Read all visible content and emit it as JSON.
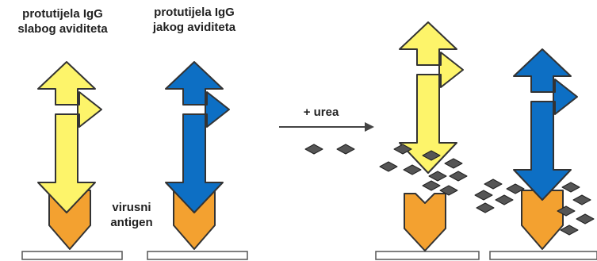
{
  "labels": {
    "weak": {
      "line1": "protutijela IgG",
      "line2": "slabog aviditeta"
    },
    "strong": {
      "line1": "protutijela IgG",
      "line2": "jakog aviditeta"
    },
    "antigen": {
      "line1": "virusni",
      "line2": "antigen"
    },
    "urea": "+ urea"
  },
  "colors": {
    "weak_antibody": "#fdf46a",
    "strong_antibody": "#0d6fc4",
    "antigen": "#f3a130",
    "urea_crystal": "#555555",
    "outline": "#333333"
  }
}
